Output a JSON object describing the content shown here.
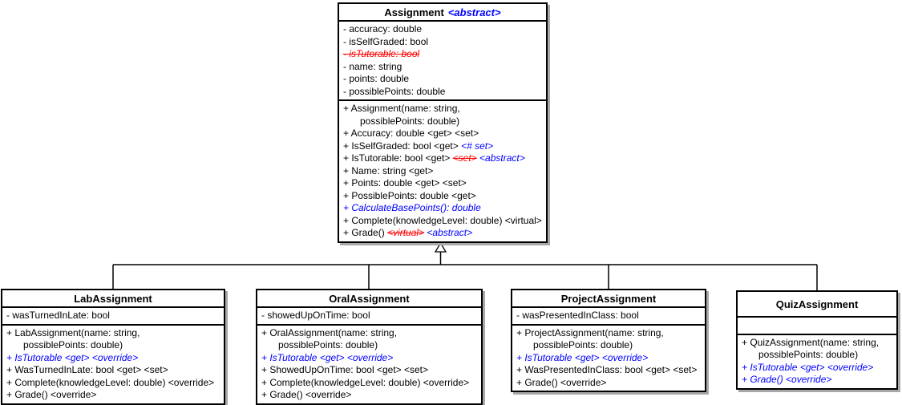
{
  "diagram": {
    "type": "uml-class-diagram",
    "colors": {
      "abstract_blue": "#0000ff",
      "removed_red": "#ff0000",
      "border": "#000000",
      "shadow": "#a8a8a8"
    },
    "relationship": {
      "type": "inheritance",
      "parent": "Assignment",
      "children": [
        "LabAssignment",
        "OralAssignment",
        "ProjectAssignment",
        "QuizAssignment"
      ]
    }
  },
  "classes": [
    {
      "name": "Assignment",
      "stereotype": "<abstract>",
      "attributes": [
        {
          "segments": [
            {
              "t": "- accuracy: double",
              "s": "n"
            }
          ]
        },
        {
          "segments": [
            {
              "t": "- isSelfGraded: bool",
              "s": "n"
            }
          ]
        },
        {
          "segments": [
            {
              "t": "- isTutorable: bool",
              "s": "r"
            }
          ]
        },
        {
          "segments": [
            {
              "t": "- name: string",
              "s": "n"
            }
          ]
        },
        {
          "segments": [
            {
              "t": "- points: double",
              "s": "n"
            }
          ]
        },
        {
          "segments": [
            {
              "t": "- possiblePoints: double",
              "s": "n"
            }
          ]
        }
      ],
      "methods": [
        {
          "segments": [
            {
              "t": "+ Assignment(name: string,",
              "s": "n"
            }
          ]
        },
        {
          "indent": true,
          "segments": [
            {
              "t": "possiblePoints: double)",
              "s": "n"
            }
          ]
        },
        {
          "segments": [
            {
              "t": "+ Accuracy: double <get> <set>",
              "s": "n"
            }
          ]
        },
        {
          "segments": [
            {
              "t": "+ IsSelfGraded: bool <get> ",
              "s": "n"
            },
            {
              "t": "<# set>",
              "s": "b"
            }
          ]
        },
        {
          "segments": [
            {
              "t": "+ IsTutorable: bool <get> ",
              "s": "n"
            },
            {
              "t": "<set>",
              "s": "r"
            },
            {
              "t": " ",
              "s": "n"
            },
            {
              "t": "<abstract>",
              "s": "b"
            }
          ]
        },
        {
          "segments": [
            {
              "t": "+ Name: string <get>",
              "s": "n"
            }
          ]
        },
        {
          "segments": [
            {
              "t": "+ Points: double <get> <set>",
              "s": "n"
            }
          ]
        },
        {
          "segments": [
            {
              "t": "+ PossiblePoints: double <get>",
              "s": "n"
            }
          ]
        },
        {
          "segments": [
            {
              "t": "+ CalculateBasePoints(): double",
              "s": "b"
            }
          ]
        },
        {
          "segments": [
            {
              "t": "+ Complete(knowledgeLevel: double) <virtual>",
              "s": "n"
            }
          ]
        },
        {
          "segments": [
            {
              "t": "+ Grade() ",
              "s": "n"
            },
            {
              "t": "<virtual>",
              "s": "r"
            },
            {
              "t": " ",
              "s": "n"
            },
            {
              "t": "<abstract>",
              "s": "b"
            }
          ]
        }
      ]
    },
    {
      "name": "LabAssignment",
      "attributes": [
        {
          "segments": [
            {
              "t": "- wasTurnedInLate: bool",
              "s": "n"
            }
          ]
        }
      ],
      "methods": [
        {
          "segments": [
            {
              "t": "+ LabAssignment(name: string,",
              "s": "n"
            }
          ]
        },
        {
          "indent": true,
          "segments": [
            {
              "t": "possiblePoints: double)",
              "s": "n"
            }
          ]
        },
        {
          "segments": [
            {
              "t": "+ IsTutorable <get> <override>",
              "s": "b"
            }
          ]
        },
        {
          "segments": [
            {
              "t": "+ WasTurnedInLate: bool <get> <set>",
              "s": "n"
            }
          ]
        },
        {
          "segments": [
            {
              "t": "+ Complete(knowledgeLevel: double) <override>",
              "s": "n"
            }
          ]
        },
        {
          "segments": [
            {
              "t": "+ Grade() <override>",
              "s": "n"
            }
          ]
        }
      ]
    },
    {
      "name": "OralAssignment",
      "attributes": [
        {
          "segments": [
            {
              "t": "- showedUpOnTime: bool",
              "s": "n"
            }
          ]
        }
      ],
      "methods": [
        {
          "segments": [
            {
              "t": "+ OralAssignment(name: string,",
              "s": "n"
            }
          ]
        },
        {
          "indent": true,
          "segments": [
            {
              "t": "possiblePoints: double)",
              "s": "n"
            }
          ]
        },
        {
          "segments": [
            {
              "t": "+ IsTutorable <get> <override>",
              "s": "b"
            }
          ]
        },
        {
          "segments": [
            {
              "t": "+ ShowedUpOnTime: bool <get> <set>",
              "s": "n"
            }
          ]
        },
        {
          "segments": [
            {
              "t": "+ Complete(knowledgeLevel: double) <override>",
              "s": "n"
            }
          ]
        },
        {
          "segments": [
            {
              "t": "+ Grade() <override>",
              "s": "n"
            }
          ]
        }
      ]
    },
    {
      "name": "ProjectAssignment",
      "attributes": [
        {
          "segments": [
            {
              "t": "- wasPresentedInClass: bool",
              "s": "n"
            }
          ]
        }
      ],
      "methods": [
        {
          "segments": [
            {
              "t": "+ ProjectAssignment(name: string,",
              "s": "n"
            }
          ]
        },
        {
          "indent": true,
          "segments": [
            {
              "t": "possiblePoints: double)",
              "s": "n"
            }
          ]
        },
        {
          "segments": [
            {
              "t": "+ IsTutorable <get> <override>",
              "s": "b"
            }
          ]
        },
        {
          "segments": [
            {
              "t": "+ WasPresentedInClass: bool <get> <set>",
              "s": "n"
            }
          ]
        },
        {
          "segments": [
            {
              "t": "+ Grade() <override>",
              "s": "n"
            }
          ]
        }
      ]
    },
    {
      "name": "QuizAssignment",
      "attributes": [],
      "methods": [
        {
          "segments": [
            {
              "t": "+ QuizAssignment(name: string,",
              "s": "n"
            }
          ]
        },
        {
          "indent": true,
          "segments": [
            {
              "t": "possiblePoints: double)",
              "s": "n"
            }
          ]
        },
        {
          "segments": [
            {
              "t": "+ IsTutorable <get> <override>",
              "s": "b"
            }
          ]
        },
        {
          "segments": [
            {
              "t": "+ Grade() <override>",
              "s": "b"
            }
          ]
        }
      ]
    }
  ]
}
